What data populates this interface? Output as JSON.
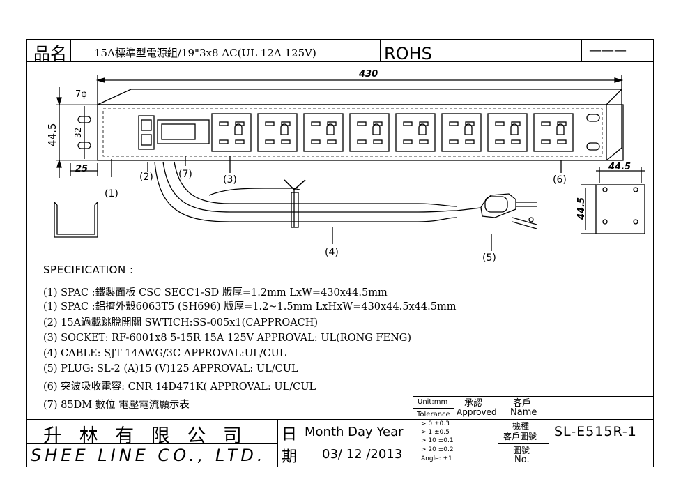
{
  "header": {
    "name_label": "品名",
    "product_name": "15A標準型電源組/19\"3x8 AC(UL 12A 125V)",
    "rohs": "ROHS",
    "revision": "———"
  },
  "drawing": {
    "dim_width": "430",
    "dim_height": "44.5",
    "dim_hole": "7φ",
    "dim_hole_spacing": "32",
    "dim_edge": "25",
    "end_width": "44.5",
    "end_height": "44.5",
    "callouts": [
      "(1)",
      "(2)",
      "(3)",
      "(4)",
      "(5)",
      "(6)",
      "(7)"
    ]
  },
  "specification": {
    "title": "SPECIFICATION :",
    "lines": [
      "(1)  SPAC :鐵製面板 CSC SECC1-SD 版厚=1.2mm LxW=430x44.5mm",
      "(1)  SPAC :鋁擠外殼6063T5 (SH696) 版厚=1.2~1.5mm LxHxW=430x44.5x44.5mm",
      "(2) 15A過載跳脫開關 SWTICH:SS-005x1(CAPPROACH)",
      "(3) SOCKET: RF-6001x8 5-15R 15A 125V   APPROVAL: UL(RONG FENG)",
      "(4) CABLE: SJT 14AWG/3C   APPROVAL:UL/CUL",
      "(5) PLUG:  SL-2 (A)15 (V)125   APPROVAL: UL/CUL",
      "(6) 突波吸收電容:   CNR 14D471K(   APPROVAL: UL/CUL",
      "(7) 85DM 數位 電壓電流顯示表"
    ]
  },
  "title_block": {
    "unit": "Unit:mm",
    "tolerance": "Tolerance",
    "tolerances": [
      "> 0  ±0.3",
      "> 1  ±0.5",
      "> 10  ±0.1",
      "> 20  ±0.2",
      "Angle: ±1"
    ],
    "approved_cn": "承認",
    "approved_en": "Approved",
    "name_cn": "客戶",
    "name_en": "Name",
    "model_cn_1": "機種",
    "model_cn_2": "客戶圖號",
    "drawing_no_cn": "圖號",
    "drawing_no_en": "No.",
    "model_no": "SL-E515R-1",
    "company_cn": "升 林 有 限 公 司",
    "company_en": "SHEE LINE CO., LTD.",
    "date_cn_1": "日",
    "date_cn_2": "期",
    "date_format": "Month Day Year",
    "date_value": "03/ 12 /2013"
  }
}
